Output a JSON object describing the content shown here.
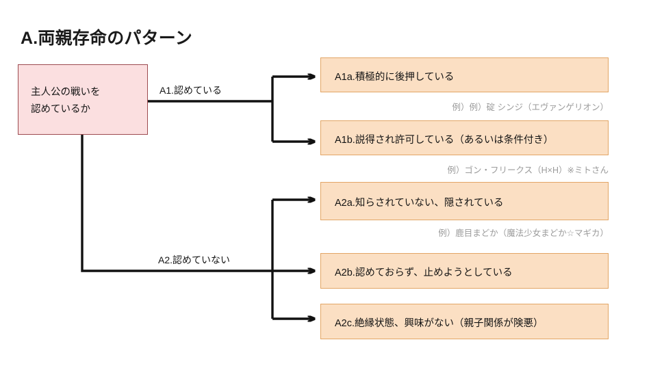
{
  "page": {
    "title": "A.両親存命のパターン",
    "background_color": "#ffffff"
  },
  "colors": {
    "root_fill": "#fbdfe0",
    "root_border": "#9c4a4f",
    "leaf_fill": "#fbdfc3",
    "leaf_border": "#e2a565",
    "connector": "#111111",
    "note_text": "#9b9b9b",
    "body_text": "#141414"
  },
  "root": {
    "label": "主人公の戦いを\n認めているか"
  },
  "branches": [
    {
      "id": "A1",
      "label": "A1.認めている"
    },
    {
      "id": "A2",
      "label": "A2.認めていない"
    }
  ],
  "leaves": [
    {
      "id": "A1a",
      "label": "A1a.積極的に後押している",
      "note": "例）例）碇 シンジ（エヴァンゲリオン）",
      "branch": "A1"
    },
    {
      "id": "A1b",
      "label": "A1b.説得され許可している（あるいは条件付き）",
      "note": "例）ゴン・フリークス（H×H）※ミトさん",
      "branch": "A1"
    },
    {
      "id": "A2a",
      "label": "A2a.知らされていない、隠されている",
      "note": "例）鹿目まどか（魔法少女まどか☆マギカ）",
      "branch": "A2"
    },
    {
      "id": "A2b",
      "label": "A2b.認めておらず、止めようとしている",
      "note": "",
      "branch": "A2"
    },
    {
      "id": "A2c",
      "label": "A2c.絶縁状態、興味がない（親子関係が険悪）",
      "note": "",
      "branch": "A2"
    }
  ]
}
